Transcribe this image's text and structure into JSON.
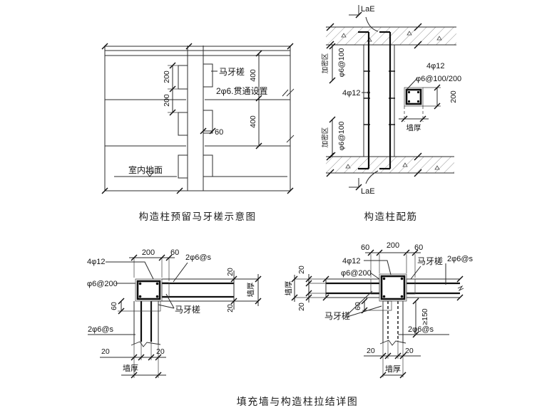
{
  "page": {
    "background": "#ffffff",
    "line_color": "#2b2b2b"
  },
  "fig_toothing": {
    "caption": "构造柱预留马牙槎示意图",
    "label_toothing": "马牙槎",
    "label_bar": "2φ6.贯通设置",
    "label_floor": "室内地面",
    "dim_200_upper": "200",
    "dim_200_lower": "200",
    "dim_400_upper": "400",
    "dim_400_lower": "400",
    "dim_60": "60"
  },
  "fig_reinforcement": {
    "caption": "构造柱配筋",
    "label_lae_top": "LaE",
    "label_lae_bottom": "LaE",
    "label_dense_top": "加密区",
    "label_stirrup_top": "φ6@100",
    "label_dense_bottom": "加密区",
    "label_stirrup_bottom": "φ6@100",
    "label_bars": "4φ12",
    "section": {
      "label_bars": "4φ12",
      "label_stirrup": "φ6@100/200",
      "dim_200": "200",
      "label_wall": "墙厚"
    }
  },
  "fig_corner": {
    "dim_200": "200",
    "dim_60_top": "60",
    "label_bars": "4φ12",
    "label_stirrup": "φ6@200",
    "label_tie": "2φ6@s",
    "dim_20_right_top": "20",
    "dim_20_right_bottom": "20",
    "label_wall_right": "墙厚",
    "label_toothing": "马牙槎",
    "dim_60_left": "60",
    "label_tie_bottom": "2φ6@s",
    "dim_20_bottom_left": "20",
    "dim_20_bottom_right": "20",
    "label_wall_bottom": "墙厚"
  },
  "fig_tee": {
    "dim_60_left": "60",
    "dim_200": "200",
    "dim_60_right": "60",
    "label_bars": "4φ12",
    "label_stirrup": "φ6@200",
    "label_toothing_top": "马牙槎",
    "label_tie_top": "2φ6@s",
    "dim_20_left_top": "20",
    "dim_20_left_bottom": "20",
    "label_wall_left": "墙厚",
    "label_toothing_bottom": "马牙槎",
    "dim_60_bottom": "60",
    "dim_min150": "≥150",
    "label_tie_bottom": "2φ6@s",
    "dim_20_bottom_left": "20",
    "dim_20_bottom_right": "20",
    "label_wall_bottom": "墙厚"
  },
  "caption_bottom": "填充墙与构造柱拉结详图"
}
